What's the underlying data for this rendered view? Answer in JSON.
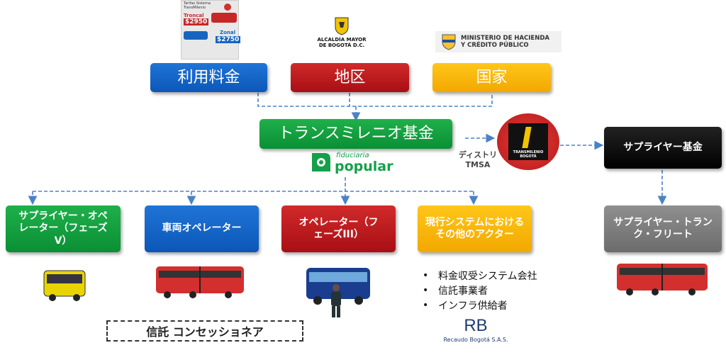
{
  "top_boxes": {
    "fare": "利用料金",
    "district": "地区",
    "nation": "国家"
  },
  "fund": "トランスミレニオ基金",
  "fiduciaria": {
    "small": "fiduciaria",
    "big": "popular"
  },
  "tmsa": {
    "line1": "ディストリ",
    "line2": "TMSA",
    "logo_text": "TRANSMILENIO BOGOTÁ"
  },
  "supplier_fund": "サプライヤー基金",
  "alcaldia": {
    "line1": "ALCALDÍA MAYOR",
    "line2": "DE BOGOTÁ D.C."
  },
  "ministerio": {
    "line1": "MINISTERIO DE HACIENDA",
    "line2": "Y CRÉDITO PÚBLICO"
  },
  "poster": {
    "header": "Tarifas Sistema TransMilenio",
    "troncal": "Troncal",
    "troncal_price": "$2950",
    "zonal": "Zonal",
    "zonal_price": "$2750"
  },
  "bottom_boxes": {
    "supplier_operator": "サプライヤー・オペレーター（フェーズV）",
    "vehicle_operator": "車両オペレーター",
    "operator_phase3": "オペレーター（フェーズIII）",
    "other_actors": "現行システムにおけるその他のアクター",
    "supplier_fleet": "サプライヤー・トランク・フリート"
  },
  "bullets": [
    "料金収受システム会社",
    "信託事業者",
    "インフラ供給者"
  ],
  "concession": "信託 コンセッショネア",
  "rb": {
    "big": "RB",
    "small": "Recaudo Bogotá S.A.S."
  },
  "colors": {
    "blue": "#1565c0",
    "red": "#b71c1c",
    "yellow": "#f9b800",
    "green": "#129a3f",
    "gray": "#7a7a7a",
    "line": "#4a82c8"
  },
  "icons": [
    "shield-icon",
    "colombia-seal-icon",
    "bus-icon",
    "person-icon"
  ]
}
